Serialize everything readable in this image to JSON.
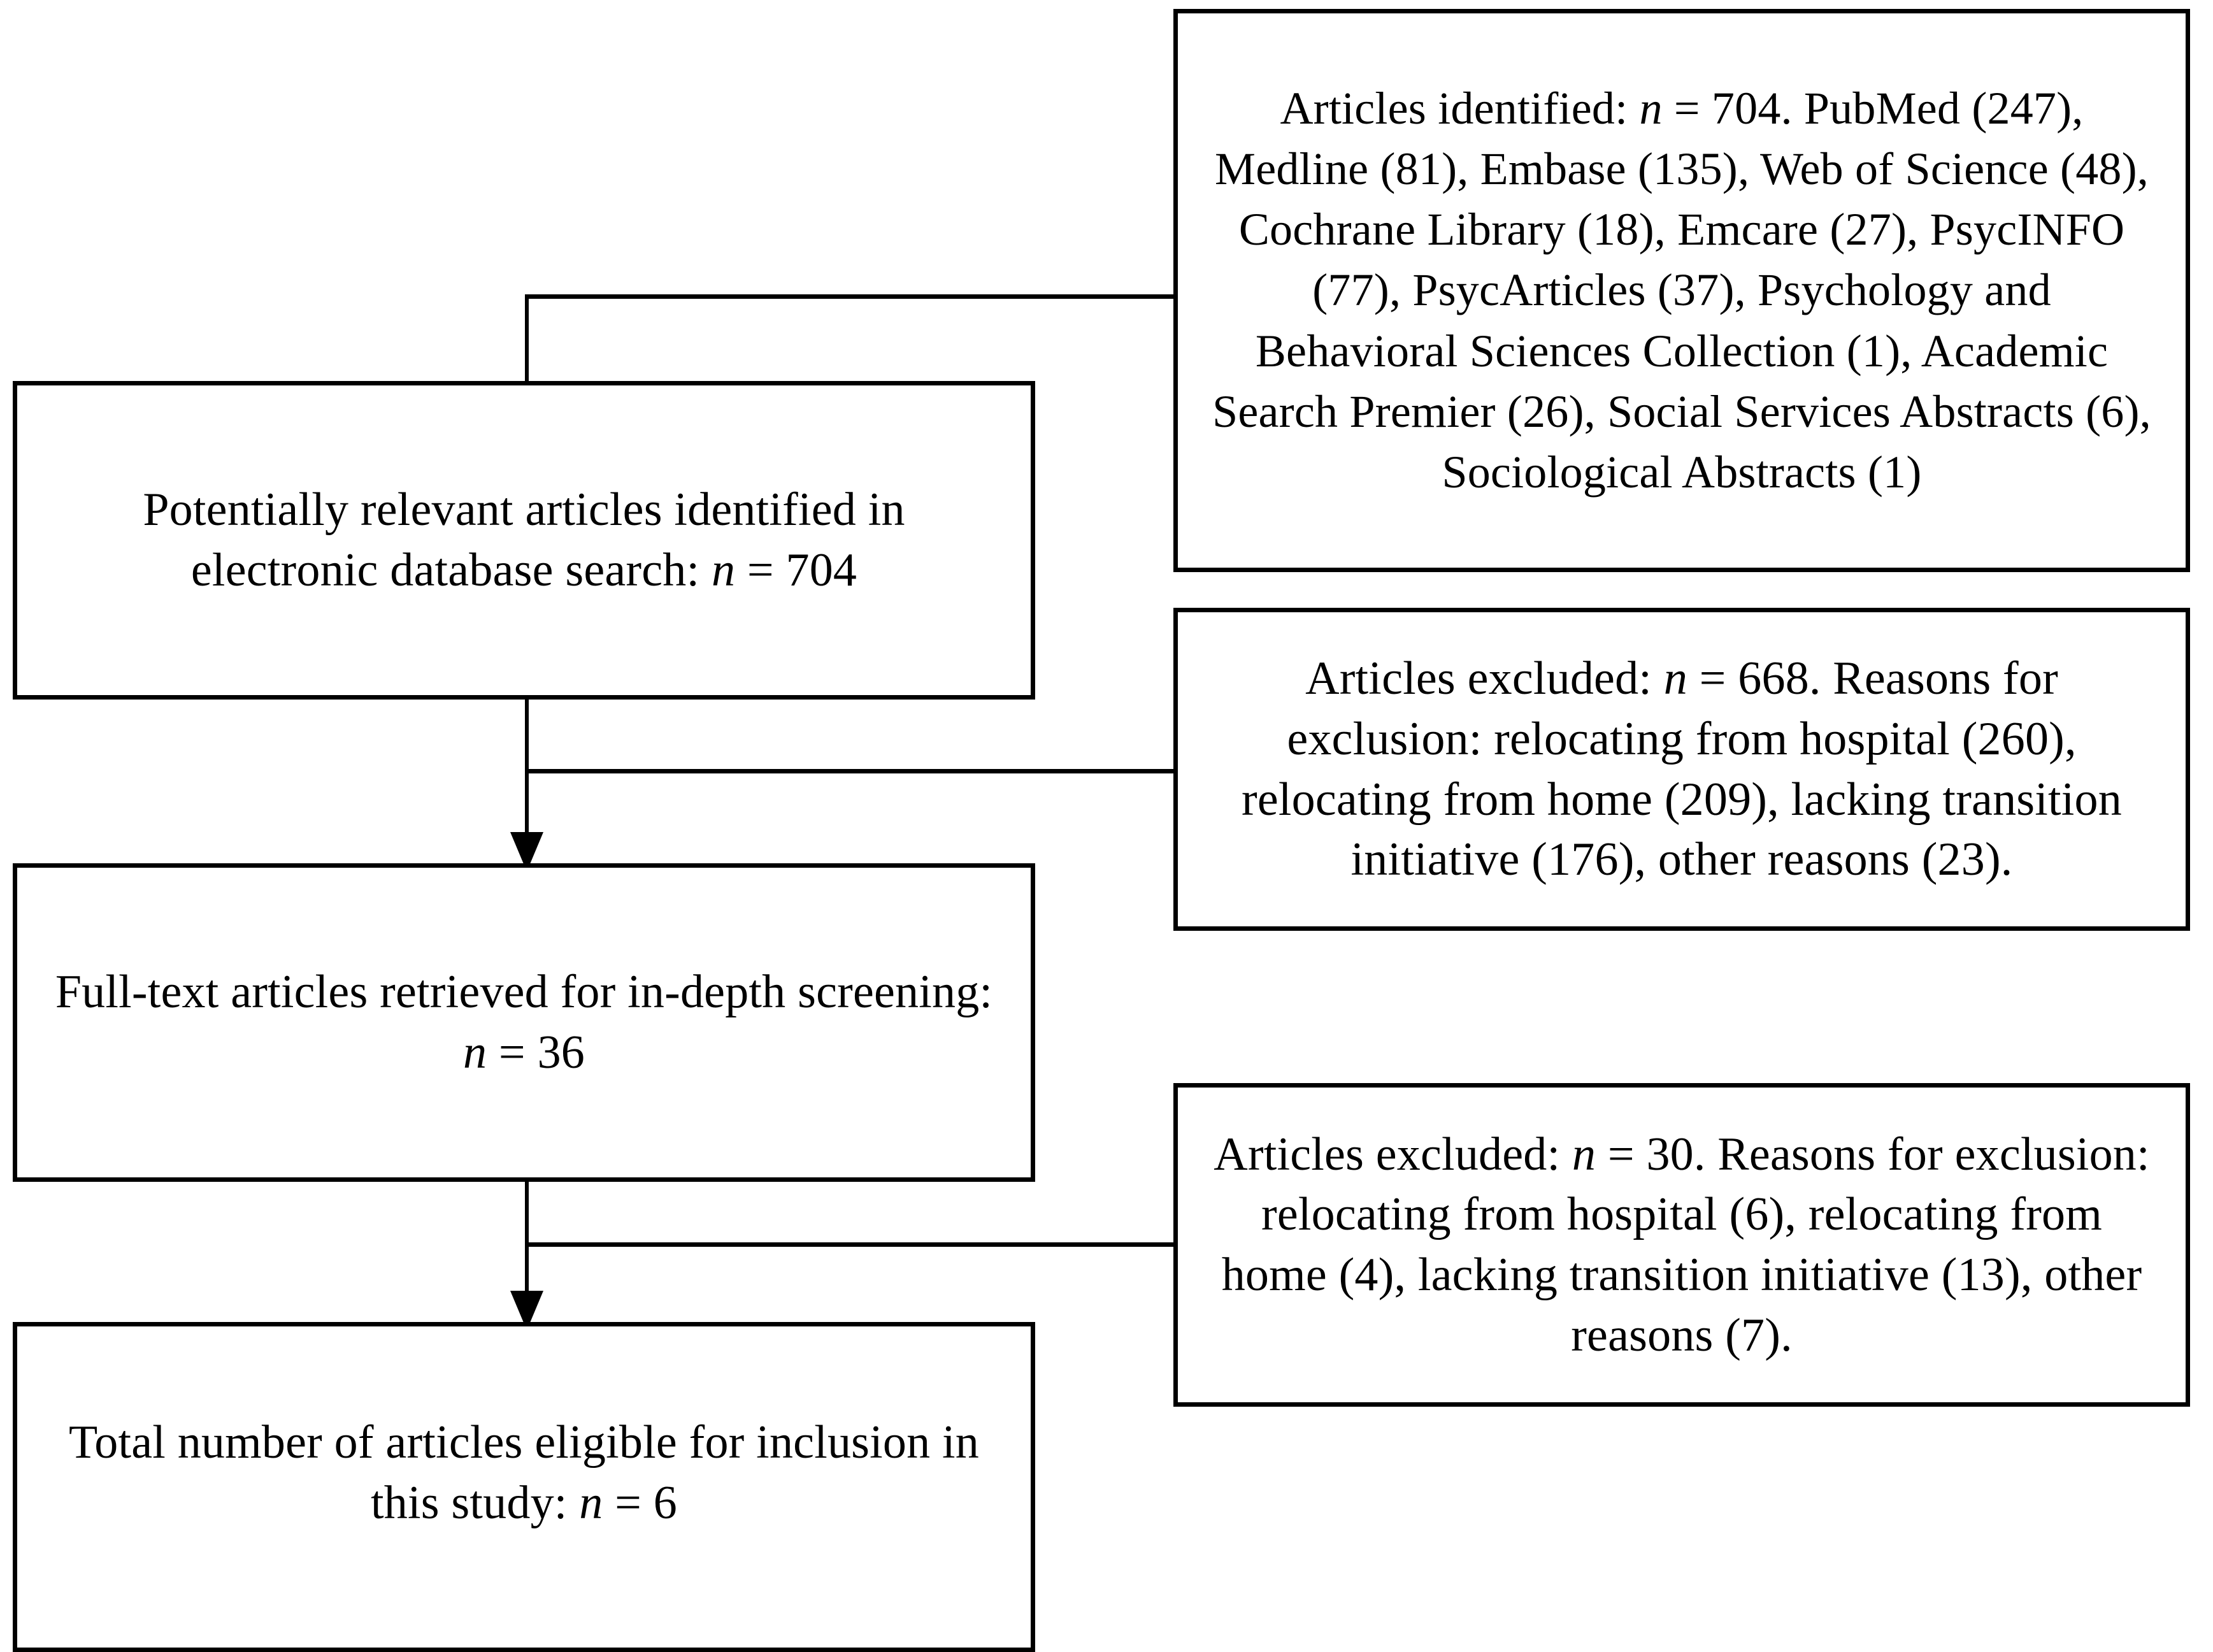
{
  "diagram": {
    "type": "prisma-flow-diagram",
    "title": "PRISMA study selection flow diagram",
    "orientation": "top-to-bottom",
    "accent_color": "#000000",
    "background_color": "#ffffff"
  },
  "boxes": {
    "sources": {
      "id": "articles-identified-sources",
      "text": "Articles identified: n = 704. PubMed (247), Medline (81), Embase (135), Web of Science (48), Cochrane Library (18), Emcare (27), PsycINFO (77), PsycArticles (37), Psychology and Behavioral Sciences Collection (1), Academic Search Premier (26), Social Services Abstracts (6), Sociological Abstracts (1)",
      "total_n": 704,
      "databases": [
        {
          "name": "PubMed",
          "count": 247
        },
        {
          "name": "Medline",
          "count": 81
        },
        {
          "name": "Embase",
          "count": 135
        },
        {
          "name": "Web of Science",
          "count": 48
        },
        {
          "name": "Cochrane Library",
          "count": 18
        },
        {
          "name": "Emcare",
          "count": 27
        },
        {
          "name": "PsycINFO",
          "count": 77
        },
        {
          "name": "PsycArticles",
          "count": 37
        },
        {
          "name": "Psychology and Behavioral Sciences Collection",
          "count": 1
        },
        {
          "name": "Academic Search Premier",
          "count": 26
        },
        {
          "name": "Social Services Abstracts",
          "count": 6
        },
        {
          "name": "Sociological Abstracts",
          "count": 1
        }
      ]
    },
    "identified": {
      "id": "potentially-relevant-articles",
      "text": "Potentially relevant articles identified in electronic database search: n = 704",
      "n": 704
    },
    "excluded_668": {
      "id": "articles-excluded-668",
      "text": "Articles excluded: n = 668. Reasons for exclusion: relocating from hospital (260), relocating from home (209), lacking transition initiative (176), other reasons (23).",
      "n": 668,
      "reasons": [
        {
          "reason": "relocating from hospital",
          "count": 260
        },
        {
          "reason": "relocating from home",
          "count": 209
        },
        {
          "reason": "lacking transition initiative",
          "count": 176
        },
        {
          "reason": "other reasons",
          "count": 23
        }
      ]
    },
    "fulltext": {
      "id": "full-text-articles-retrieved",
      "text": "Full-text articles retrieved for in-depth screening: n = 36",
      "n": 36
    },
    "excluded_30": {
      "id": "articles-excluded-30",
      "text": "Articles excluded: n = 30. Reasons for exclusion: relocating from hospital (6), relocating from home (4), lacking transition initiative (13), other reasons (7).",
      "n": 30,
      "reasons": [
        {
          "reason": "relocating from hospital",
          "count": 6
        },
        {
          "reason": "relocating from home",
          "count": 4
        },
        {
          "reason": "lacking transition initiative",
          "count": 13
        },
        {
          "reason": "other reasons",
          "count": 7
        }
      ]
    },
    "eligible": {
      "id": "articles-eligible-for-inclusion",
      "text": "Total number of articles eligible for inclusion in this study: n = 6",
      "n": 6
    }
  },
  "connectors": [
    {
      "from": "sources",
      "to": "identified",
      "style": "elbow",
      "arrowhead": false
    },
    {
      "from": "identified",
      "to": "fulltext",
      "style": "straight",
      "arrowhead": true
    },
    {
      "from": "identified",
      "to": "excluded_668",
      "style": "branch",
      "arrowhead": false
    },
    {
      "from": "fulltext",
      "to": "eligible",
      "style": "straight",
      "arrowhead": true
    },
    {
      "from": "fulltext",
      "to": "excluded_30",
      "style": "branch",
      "arrowhead": false
    }
  ]
}
